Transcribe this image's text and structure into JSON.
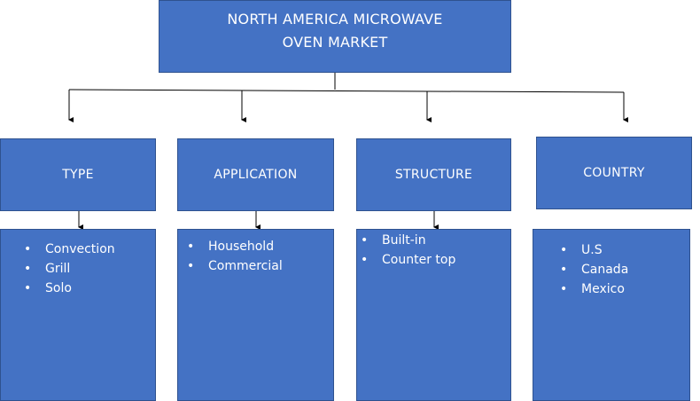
{
  "title": "NORTH AMERICA MICROWAVE\nOVEN MARKET",
  "colors": {
    "box_fill": "#4472c4",
    "box_border": "#2f528f",
    "text": "#ffffff",
    "connector": "#000000"
  },
  "categories": [
    {
      "label": "TYPE",
      "items": [
        "Convection",
        "Grill",
        "Solo"
      ]
    },
    {
      "label": "APPLICATION",
      "items": [
        "Household",
        "Commercial"
      ]
    },
    {
      "label": "STRUCTURE",
      "items": [
        "Built-in",
        "Counter top"
      ]
    },
    {
      "label": "COUNTRY",
      "items": [
        "U.S",
        "Canada",
        "Mexico"
      ]
    }
  ]
}
